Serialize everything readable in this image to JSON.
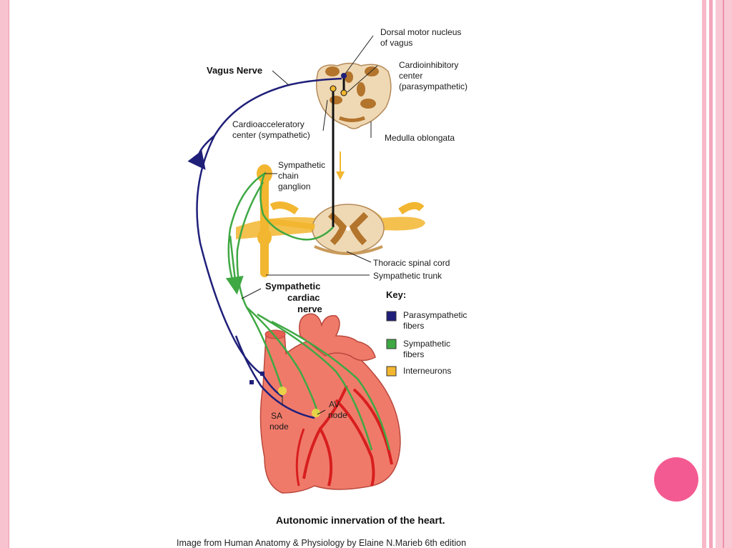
{
  "diagram": {
    "labels": {
      "dorsal_motor_line1": "Dorsal motor nucleus",
      "dorsal_motor_line2": "of vagus",
      "cardioinhibitory_line1": "Cardioinhibitory",
      "cardioinhibitory_line2": "center",
      "cardioinhibitory_line3": "(parasympathetic)",
      "vagus_nerve": "Vagus Nerve",
      "cardioaccel_line1": "Cardioacceleratory",
      "cardioaccel_line2": "center (sympathetic)",
      "medulla": "Medulla oblongata",
      "symp_chain_line1": "Sympathetic",
      "symp_chain_line2": "chain",
      "symp_chain_line3": "ganglion",
      "thoracic_cord": "Thoracic spinal cord",
      "symp_trunk": "Sympathetic trunk",
      "symp_cardiac_line1": "Sympathetic",
      "symp_cardiac_line2": "cardiac",
      "symp_cardiac_line3": "nerve",
      "sa_line1": "SA",
      "sa_line2": "node",
      "av_line1": "AV",
      "av_line2": "node"
    },
    "key": {
      "title": "Key:",
      "items": [
        {
          "label_line1": "Parasympathetic",
          "label_line2": "fibers",
          "color": "#1f1f7a"
        },
        {
          "label_line1": "Sympathetic",
          "label_line2": "fibers",
          "color": "#3fa843"
        },
        {
          "label_line1": "Interneurons",
          "label_line2": "",
          "color": "#f2b630"
        }
      ]
    },
    "caption": "Autonomic innervation of the heart.",
    "credit": "Image from Human Anatomy & Physiology by Elaine N.Marieb 6th edition"
  },
  "colors": {
    "parasympathetic": "#1f1f7a",
    "sympathetic": "#3fa843",
    "interneuron": "#f2b630",
    "heart": "#f07a6a",
    "vessel": "#d81e1e",
    "tissue": "#efd9b4",
    "grey_matter": "#b3742c",
    "accent_dot": "#f45a92"
  }
}
